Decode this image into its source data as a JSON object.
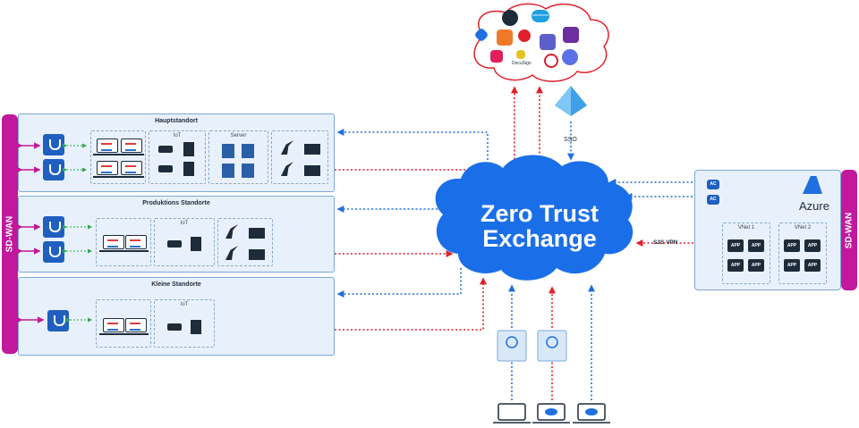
{
  "sdwan_left": "SD-WAN",
  "sdwan_right": "SD-WAN",
  "sites": {
    "main": {
      "title": "Hauptstandort",
      "iot": "IoT",
      "server": "Server"
    },
    "production": {
      "title": "Produktions Standorte",
      "iot": "IoT"
    },
    "small": {
      "title": "Kleine Standorte",
      "iot": "IoT"
    }
  },
  "cloud": {
    "line1": "Zero Trust",
    "line2": "Exchange"
  },
  "sso": "SSO",
  "s2s_vpn": "S2S VPN",
  "azure": {
    "title": "Azure",
    "vnet1": "VNet 1",
    "vnet2": "VNet 2",
    "app": "APP",
    "ac": "AC"
  },
  "saas_labels": {
    "salesforce": "salesforce",
    "docusign": "DocuSign"
  },
  "colors": {
    "blue": "#1f6fe0",
    "red": "#e0202a",
    "green": "#2aa84a",
    "magenta": "#c2189b",
    "cloud": "#1a6fe8"
  }
}
